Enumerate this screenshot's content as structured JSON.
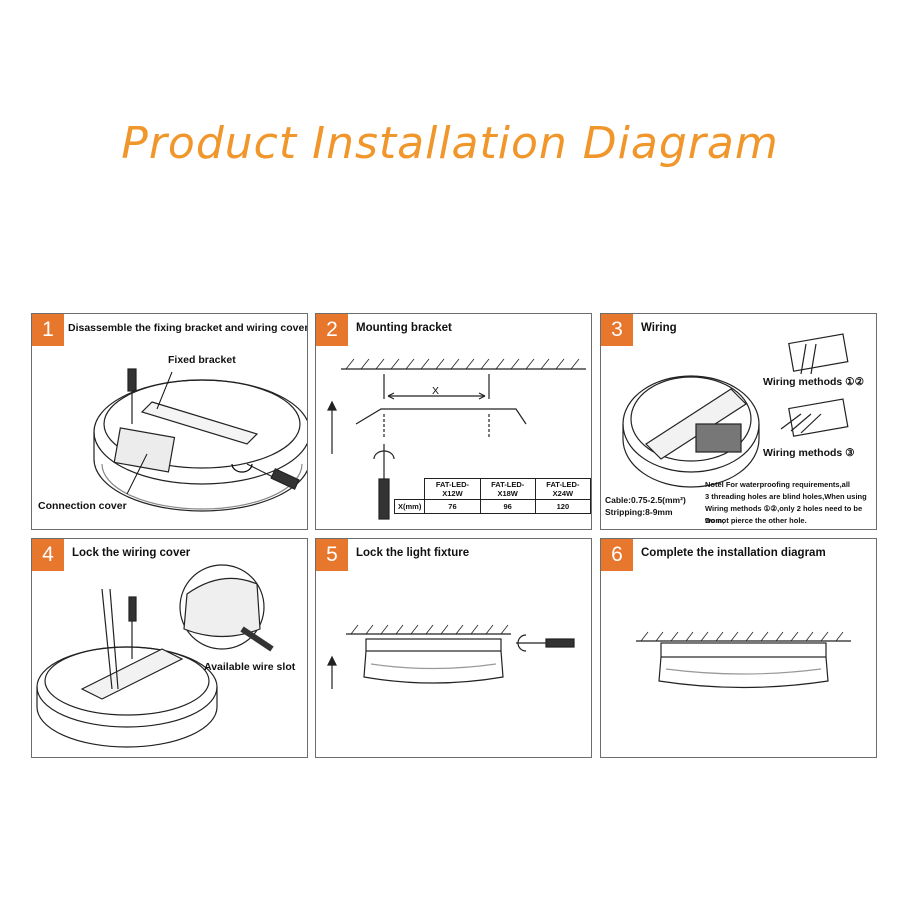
{
  "title": "Product Installation Diagram",
  "panels": [
    {
      "num": "1",
      "title": "Disassemble the fixing bracket and wiring cover",
      "labels": {
        "fixed_bracket": "Fixed bracket",
        "connection_cover": "Connection cover"
      }
    },
    {
      "num": "2",
      "title": "Mounting bracket",
      "labels": {
        "x": "X"
      },
      "table": {
        "headers": [
          "",
          "FAT-LED-X12W",
          "FAT-LED-X18W",
          "FAT-LED-X24W"
        ],
        "row": [
          "X(mm)",
          "76",
          "96",
          "120"
        ]
      }
    },
    {
      "num": "3",
      "title": "Wiring",
      "labels": {
        "methods_12": "Wiring methods ①②",
        "methods_3": "Wiring methods ③",
        "cable": "Cable:0.75-2.5(mm²)",
        "stripping": "Stripping:8-9mm",
        "note_1": "Notel For waterproofing requirements,all",
        "note_2": "3 threading holes are blind holes,When using",
        "note_3": "Wiring methods ①②,only 2 holes need to be wom,",
        "note_4": "Do not pierce the other hole."
      }
    },
    {
      "num": "4",
      "title": "Lock the wiring cover",
      "labels": {
        "wire_slot": "Available wire slot"
      }
    },
    {
      "num": "5",
      "title": "Lock the light fixture",
      "labels": {}
    },
    {
      "num": "6",
      "title": "Complete the installation diagram",
      "labels": {}
    }
  ],
  "colors": {
    "accent": "#e8772e",
    "title": "#f0962a",
    "border": "#6d6d6d"
  }
}
